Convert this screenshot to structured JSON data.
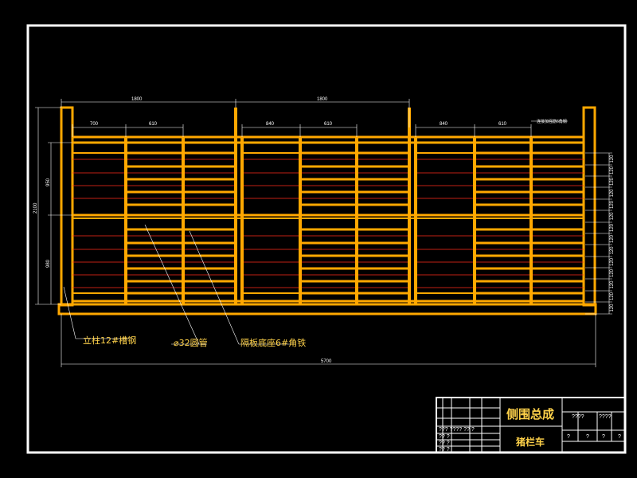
{
  "drawing": {
    "callouts": {
      "column": "立柱12#槽钢",
      "pipe": "⌀32圆管",
      "partition": "隔板底座6#角铁"
    },
    "top_dims": {
      "bay1": "1800",
      "bay2": "1800",
      "bay1_a": "700",
      "bay1_b": "610",
      "bay2_a": "840",
      "bay2_b": "610",
      "bay3_a": "840",
      "bay3_b": "610",
      "corner_note": "连接加强筋6角钢"
    },
    "left_dims": {
      "total": "2100",
      "upper": "950",
      "lower": "980"
    },
    "bottom_dim": "5700",
    "right_dims": [
      "120",
      "120",
      "120",
      "120",
      "120",
      "120",
      "120",
      "120",
      "120",
      "120",
      "120",
      "120",
      "120",
      "120"
    ]
  },
  "title_block": {
    "title": "侧围总成",
    "subtitle": "猪栏车",
    "left_rows": [
      "??? ???? ?? ?",
      "?? ?",
      "?? ?",
      "?? ?"
    ],
    "right_top": [
      "????",
      "????"
    ],
    "right_bottom": [
      "?",
      "?",
      "?",
      "?"
    ]
  },
  "colors": {
    "frame": "#ffffff",
    "steel": "#ffa800",
    "rib": "#ff2a1a",
    "text": "#ffd24a"
  }
}
